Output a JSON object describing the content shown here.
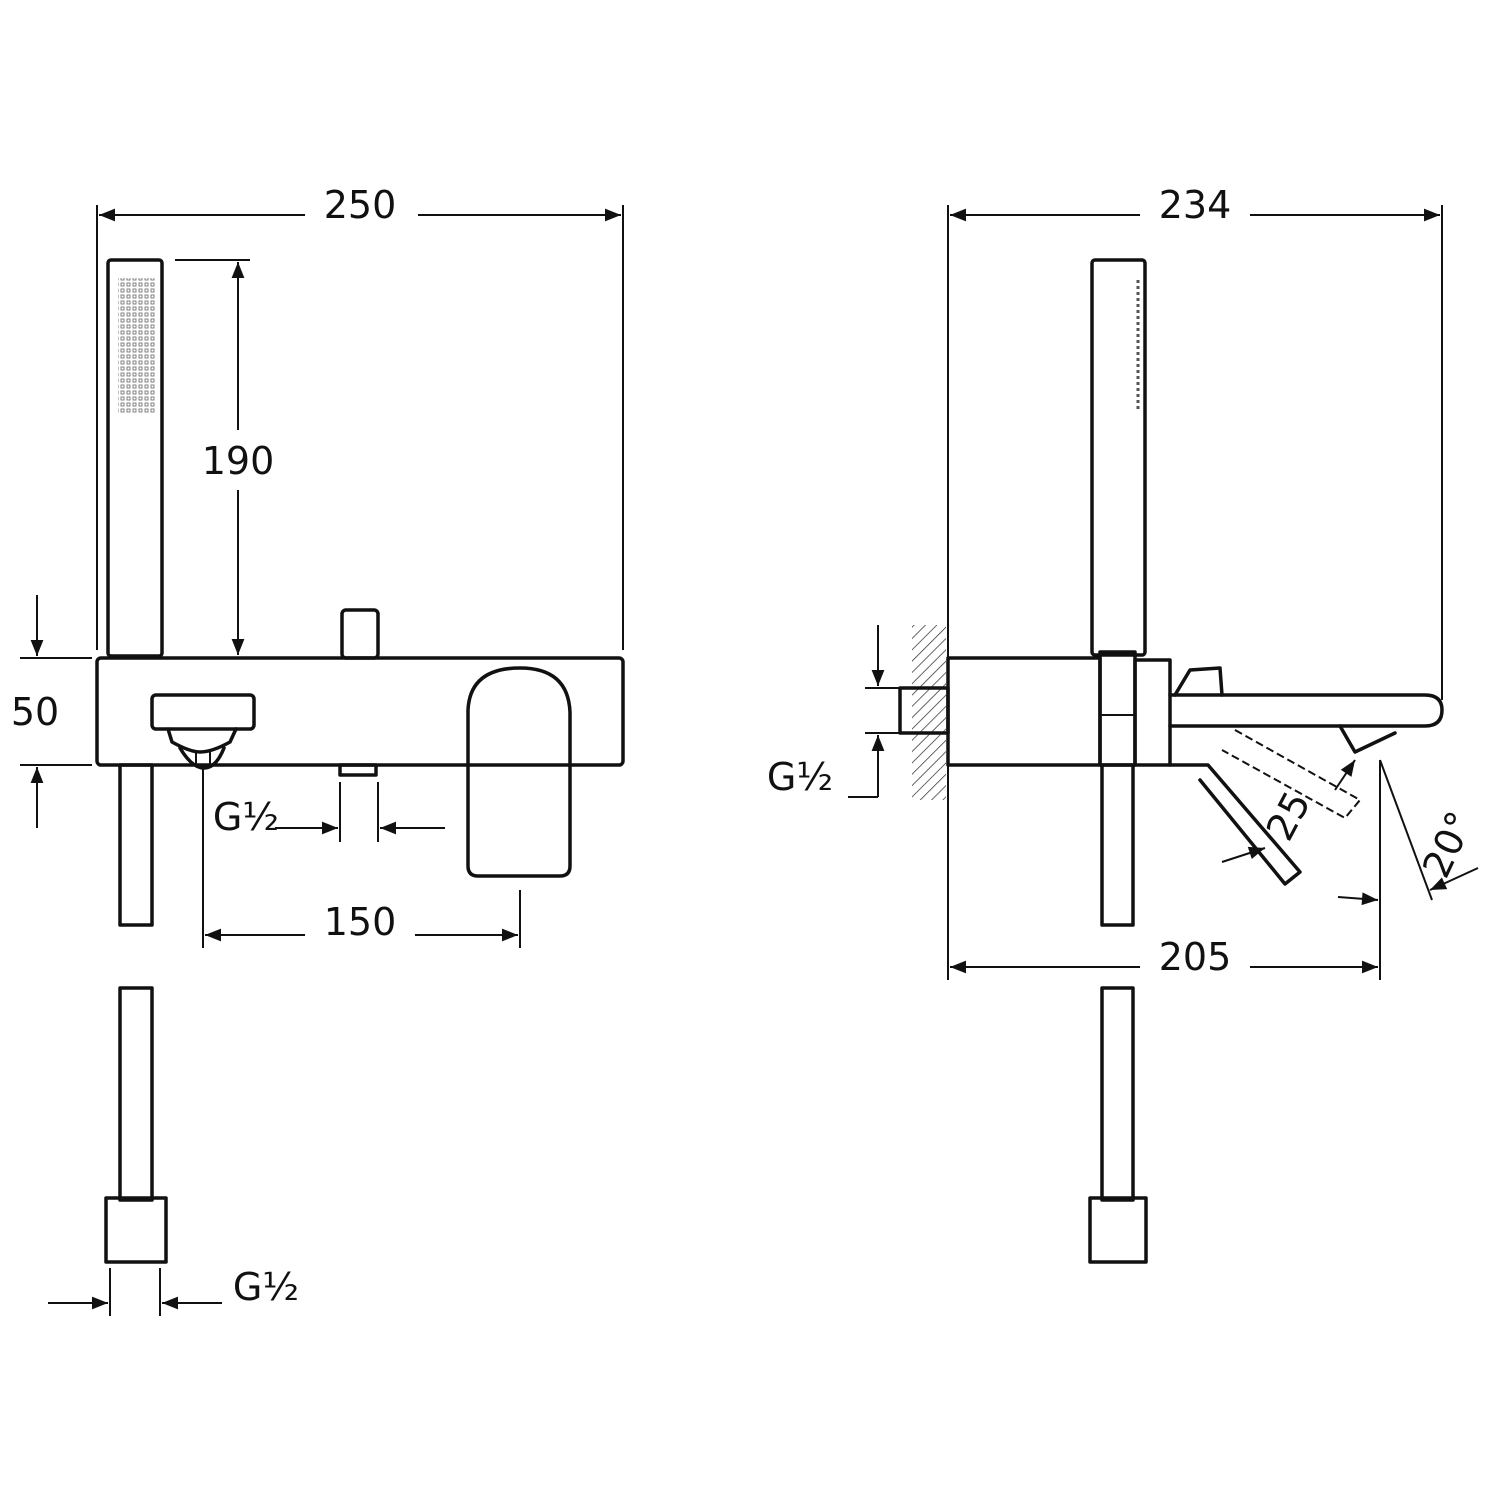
{
  "drawing": {
    "front_view": {
      "overall_width": "250",
      "hand_shower_height": "190",
      "body_height": "50",
      "outlet_thread": "G½",
      "outlet_to_lever": "150",
      "hose_thread": "G½"
    },
    "side_view": {
      "overall_depth": "234",
      "wall_to_spout": "205",
      "inlet_thread": "G½",
      "lever_angle_a": "25",
      "lever_angle_b": "20°"
    }
  }
}
